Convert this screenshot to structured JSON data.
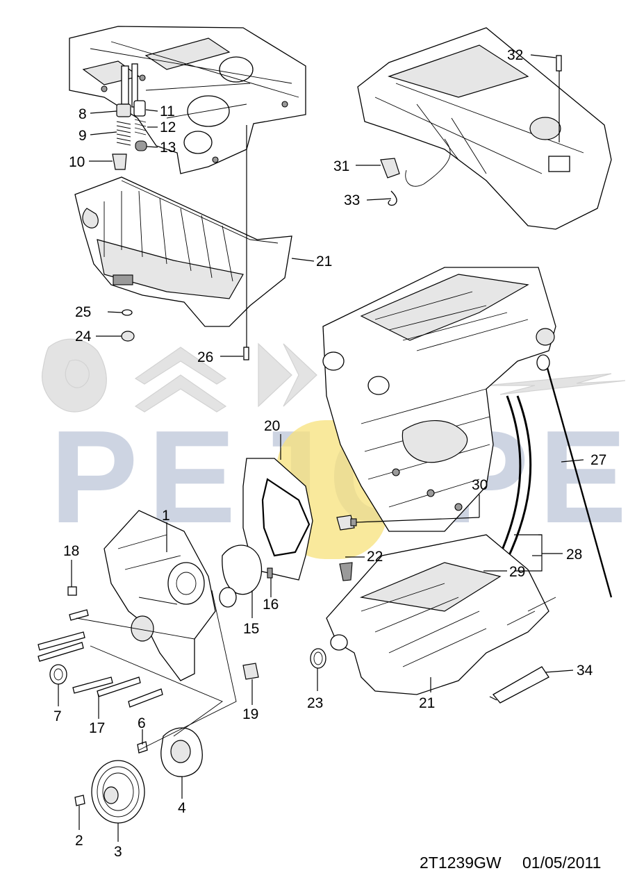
{
  "diagram": {
    "reference_code": "2T1239GW",
    "date": "01/05/2011",
    "watermark": {
      "text": "PEJOPEL",
      "logos": [
        "peugeot-lion-logo",
        "citroen-chevron-logo",
        "ds-logo",
        "opel-blitz-logo"
      ]
    },
    "callouts": {
      "c1": "1",
      "c2": "2",
      "c3": "3",
      "c4": "4",
      "c6": "6",
      "c7": "7",
      "c8": "8",
      "c9": "9",
      "c10": "10",
      "c11": "11",
      "c12": "12",
      "c13": "13",
      "c15": "15",
      "c16": "16",
      "c17": "17",
      "c18": "18",
      "c19": "19",
      "c20": "20",
      "c21a": "21",
      "c21b": "21",
      "c22": "22",
      "c23": "23",
      "c24": "24",
      "c25": "25",
      "c26": "26",
      "c27": "27",
      "c28": "28",
      "c29": "29",
      "c30": "30",
      "c31": "31",
      "c32": "32",
      "c33": "33",
      "c34": "34"
    }
  }
}
